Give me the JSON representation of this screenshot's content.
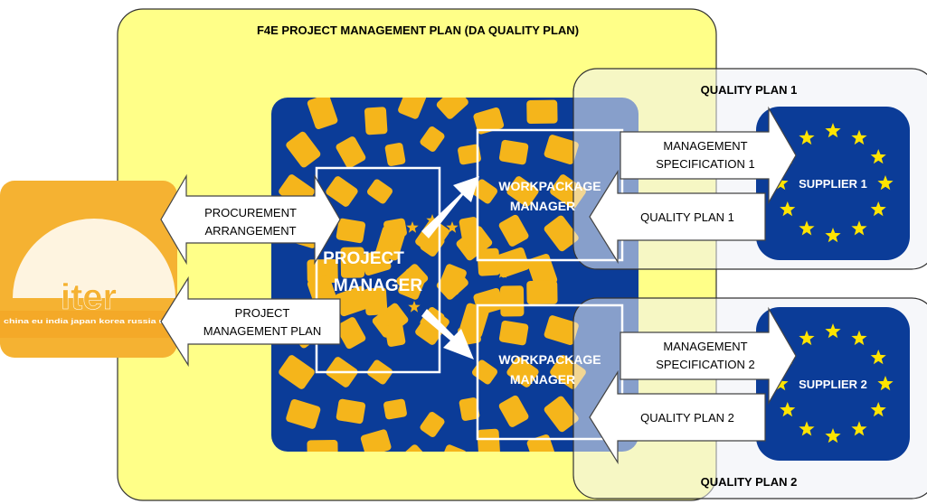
{
  "diagram": {
    "f4e_box_title": "F4E PROJECT MANAGEMENT PLAN (DA QUALITY PLAN)",
    "quality_plan_1_title": "QUALITY PLAN 1",
    "quality_plan_2_title": "QUALITY PLAN 2",
    "project_manager": [
      "PROJECT",
      "MANAGER"
    ],
    "workpackage_manager_1": [
      "WORKPACKAGE",
      "MANAGER"
    ],
    "workpackage_manager_2": [
      "WORKPACKAGE",
      "MANAGER"
    ],
    "supplier_1": "SUPPLIER 1",
    "supplier_2": "SUPPLIER 2",
    "iter_logo": {
      "wordmark": "iter",
      "tagline": "china eu india japan korea russia usa"
    },
    "arrows": {
      "procurement_arrangement": [
        "PROCUREMENT",
        "ARRANGEMENT"
      ],
      "project_management_plan": [
        "PROJECT",
        "MANAGEMENT PLAN"
      ],
      "management_specification_1": [
        "MANAGEMENT",
        "SPECIFICATION 1"
      ],
      "quality_plan_1": "QUALITY PLAN 1",
      "management_specification_2": [
        "MANAGEMENT",
        "SPECIFICATION 2"
      ],
      "quality_plan_2": "QUALITY PLAN 2"
    }
  },
  "colors": {
    "f4e_yellow": "#ffff88",
    "eu_blue": "#0b3c98",
    "eu_star": "#ffe400",
    "pattern_gold": "#f5b51b",
    "iter_orange": "#f5b232",
    "quality_plan_fill": "#eef1f5"
  },
  "icons": [
    "iter-logo",
    "eu-flag-icon",
    "star-pattern"
  ]
}
